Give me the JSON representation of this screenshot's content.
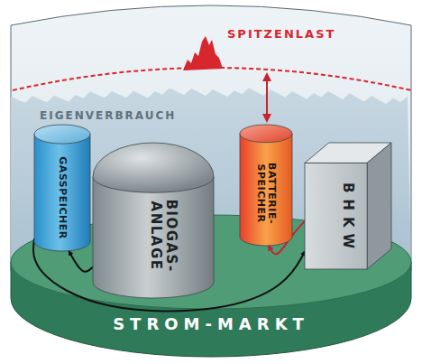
{
  "diagram": {
    "nodes": [
      {
        "text": [
          "GASSPEICHER"
        ]
      },
      {
        "text": [
          "BIOGAS- ANLAGE"
        ]
      },
      {
        "text": [
          "BATTERIE- SPEICHER"
        ]
      },
      {
        "text": [
          "BHKW"
        ]
      },
      {
        "text": [
          "STROM-MARKT"
        ]
      }
    ],
    "edges": [
      {
        "from": 1,
        "to": 0,
        "arrow": "to"
      },
      {
        "from": 0,
        "to": 3,
        "arrow": "to"
      },
      {
        "from": 3,
        "to": 2,
        "arrow": "to"
      }
    ],
    "labels": [
      "SPITZENLAST",
      "EIGENVERBRAUCH"
    ]
  }
}
